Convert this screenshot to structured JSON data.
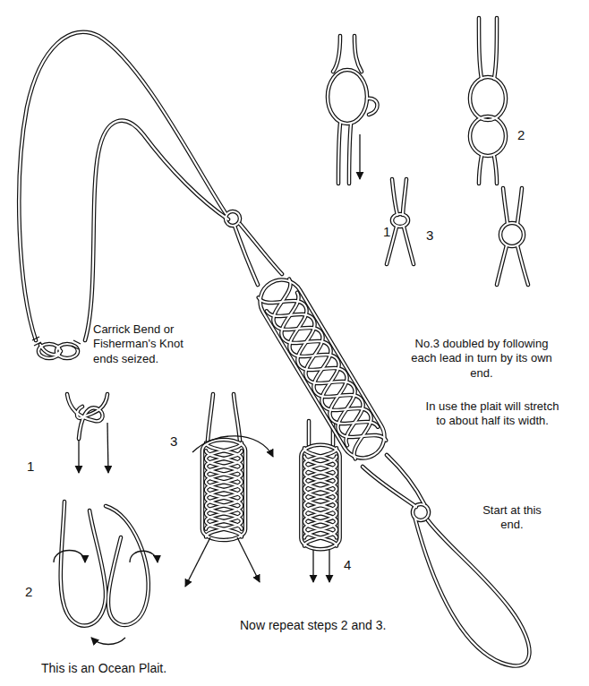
{
  "diagram": {
    "labels": [
      "Carrick Bend or Fisherman's Knot ends seized.",
      "1",
      "2",
      "3",
      "No.3 doubled by following each lead in turn by its own end.",
      "In use the plait will stretch to about half its width.",
      "Start at this end.",
      "1",
      "2",
      "3",
      "4",
      "Now repeat steps 2 and 3.",
      "This is an Ocean Plait."
    ]
  }
}
